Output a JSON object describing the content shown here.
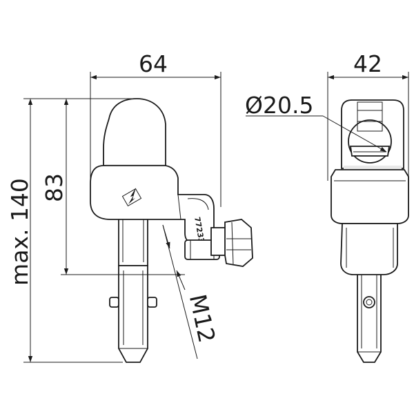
{
  "dimensions": {
    "front_width": "64",
    "overall_height": "max. 140",
    "height": "83",
    "thread": "M12",
    "side_width": "42",
    "diameter": "Ø20.5"
  },
  "marking": {
    "part_number": "772331"
  }
}
